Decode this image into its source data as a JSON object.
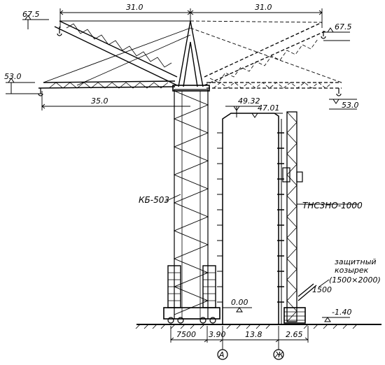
{
  "dimensions": {
    "top_left_span": "31.0",
    "top_right_span": "31.0",
    "min_reach": "35.0",
    "ground_7500": "7500",
    "ground_390": "3.90",
    "ground_13_8": "13.8",
    "ground_2_65": "2.65"
  },
  "elevations": {
    "left_high": "67.5",
    "left_low": "53.0",
    "right_high": "67.5",
    "right_low": "53.0",
    "building_top1": "49.32",
    "building_top2": "47.01",
    "ground_zero": "0.00",
    "pit": "-1.40",
    "canopy_h": "1500"
  },
  "labels": {
    "crane": "КБ-503",
    "hoist": "ТНС3НО-1000",
    "canopy_1": "защитный",
    "canopy_2": "козырек",
    "canopy_3": "(1500×2000)"
  },
  "axes": {
    "axis_a": "А",
    "axis_zh": "Ж"
  }
}
